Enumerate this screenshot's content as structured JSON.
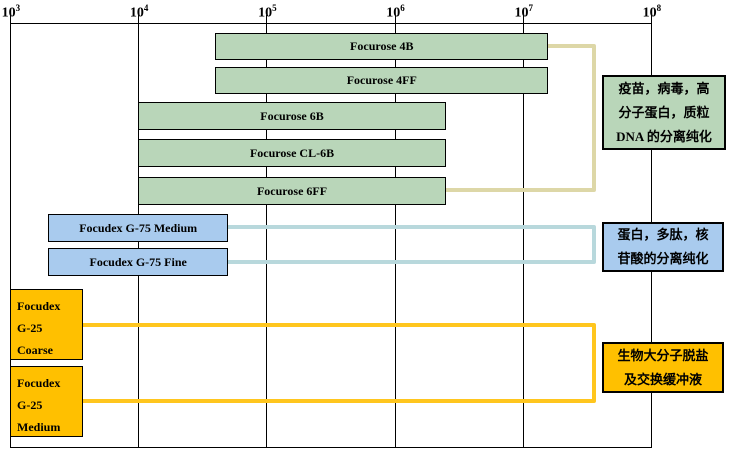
{
  "palette": {
    "green_fill": "#b9d6b9",
    "blue_fill": "#a9cbee",
    "yellow_fill": "#ffc000",
    "green_connector": "#ddd7a7",
    "blue_connector": "#b8d8dc",
    "yellow_connector": "#ffc61e",
    "axis_color": "#000000"
  },
  "chart_data": {
    "type": "range-bar",
    "title": "",
    "x_axis": {
      "scale": "log",
      "label": "",
      "range_exponents": [
        3,
        8
      ],
      "ticks": [
        {
          "base": "10",
          "sup": "3",
          "exp_value": 3
        },
        {
          "base": "10",
          "sup": "4",
          "exp_value": 4
        },
        {
          "base": "10",
          "sup": "5",
          "exp_value": 5
        },
        {
          "base": "10",
          "sup": "6",
          "exp_value": 6
        },
        {
          "base": "10",
          "sup": "7",
          "exp_value": 7
        },
        {
          "base": "10",
          "sup": "8",
          "exp_value": 8
        }
      ]
    },
    "series": [
      {
        "label": "Focurose 4B",
        "group": "focurose",
        "color": "#b9d6b9",
        "from_exp": 4.6,
        "to_exp": 7.2
      },
      {
        "label": "Focurose 4FF",
        "group": "focurose",
        "color": "#b9d6b9",
        "from_exp": 4.6,
        "to_exp": 7.2
      },
      {
        "label": "Focurose 6B",
        "group": "focurose",
        "color": "#b9d6b9",
        "from_exp": 4.0,
        "to_exp": 6.4
      },
      {
        "label": "Focurose CL-6B",
        "group": "focurose",
        "color": "#b9d6b9",
        "from_exp": 4.0,
        "to_exp": 6.4
      },
      {
        "label": "Focurose 6FF",
        "group": "focurose",
        "color": "#b9d6b9",
        "from_exp": 4.0,
        "to_exp": 6.4
      },
      {
        "label": "Focudex G-75 Medium",
        "group": "focudex-g75",
        "color": "#a9cbee",
        "from_exp": 3.3,
        "to_exp": 4.7
      },
      {
        "label": "Focudex G-75 Fine",
        "group": "focudex-g75",
        "color": "#a9cbee",
        "from_exp": 3.3,
        "to_exp": 4.7
      },
      {
        "label": "Focudex G-25 Coarse",
        "group": "focudex-g25",
        "color": "#ffc000",
        "from_exp": 3.0,
        "to_exp": 3.57,
        "display": "Focudex\nG-25\nCoarse"
      },
      {
        "label": "Focudex G-25 Medium",
        "group": "focudex-g25",
        "color": "#ffc000",
        "from_exp": 3.0,
        "to_exp": 3.57,
        "display": "Focudex\nG-25\nMedium"
      }
    ],
    "annotations": [
      {
        "applies_to": "Focurose 4B / 4FF / 6B / CL-6B / 6FF",
        "color": "#b9d6b9",
        "text": "疫苗，病毒，高\n分子蛋白，质粒\nDNA 的分离纯化"
      },
      {
        "applies_to": "Focudex G-75 Medium / Fine",
        "color": "#a9cbee",
        "text": "蛋白，多肽，核\n苷酸的分离纯化"
      },
      {
        "applies_to": "Focudex G-25 Coarse / Medium",
        "color": "#ffc000",
        "text": "生物大分子脱盐\n及交换缓冲液"
      }
    ],
    "layout_hints": {
      "grid": true,
      "legend": false,
      "axis_position": "top"
    }
  }
}
